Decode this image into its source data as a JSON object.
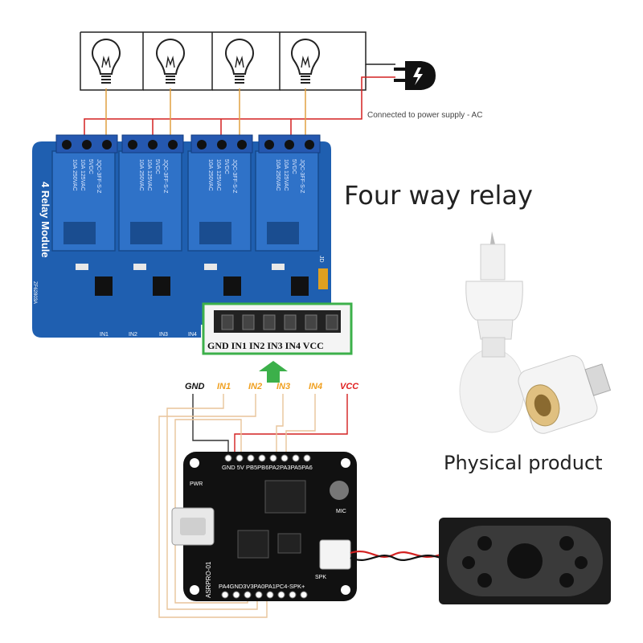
{
  "title": "Four way relay",
  "physical_caption": "Physical product",
  "ac_caption": "Connected to power supply - AC",
  "relay_module": {
    "side_label": "4 Relay Module",
    "board_code": "ZF62803A",
    "relay_text": [
      "10A 250VAC",
      "10A 125VAC",
      "5VDC",
      "JQC-3FF-S-Z"
    ],
    "input_labels": [
      "IN1",
      "IN2",
      "IN3",
      "IN4"
    ],
    "jumper_label": "JD",
    "header_labels": "GND IN1 IN2 IN3 IN4 VCC"
  },
  "wire_labels": {
    "gnd": "GND",
    "in1": "IN1",
    "in2": "IN2",
    "in3": "IN3",
    "in4": "IN4",
    "vcc": "VCC"
  },
  "asr_board": {
    "top_pins": "GND 5V PB5PB6PA2PA3PA5PA6",
    "bottom_pins": "PA4GND3V3PA0PA1PC4-SPK+",
    "side_label": "ASRPRO-01",
    "pwr": "PWR",
    "mic": "MIC",
    "spk": "SPK"
  },
  "colors": {
    "relay_board": "#1f5fb0",
    "relay_block": "#2f72c8",
    "asr_board": "#111111",
    "header_highlight": "#3cb04a",
    "arrow": "#3cb04a",
    "ac_wire": "#d32020",
    "signal_wire": "#e8c49a",
    "vcc_label": "#e02020",
    "in_label": "#f0a020"
  },
  "icons": [
    "bulb-icon",
    "plug-icon",
    "lamp-socket-icon",
    "speaker-icon",
    "arrow-up-icon"
  ]
}
